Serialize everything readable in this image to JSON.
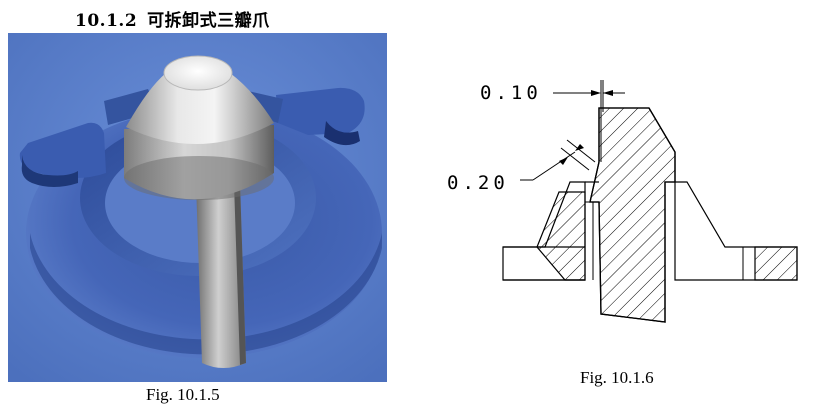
{
  "section": {
    "number": "10.1.2",
    "title": "可拆卸式三瓣爪"
  },
  "figures": [
    {
      "caption": "Fig. 10.1.5"
    },
    {
      "caption": "Fig. 10.1.6"
    }
  ],
  "drawing": {
    "dimension_upper": "0.10",
    "dimension_lower": "0.20"
  },
  "colors": {
    "render_background": "#5b80c8",
    "part_blue": "#3c5fb2",
    "pin_grey": "#c8c8c8"
  }
}
